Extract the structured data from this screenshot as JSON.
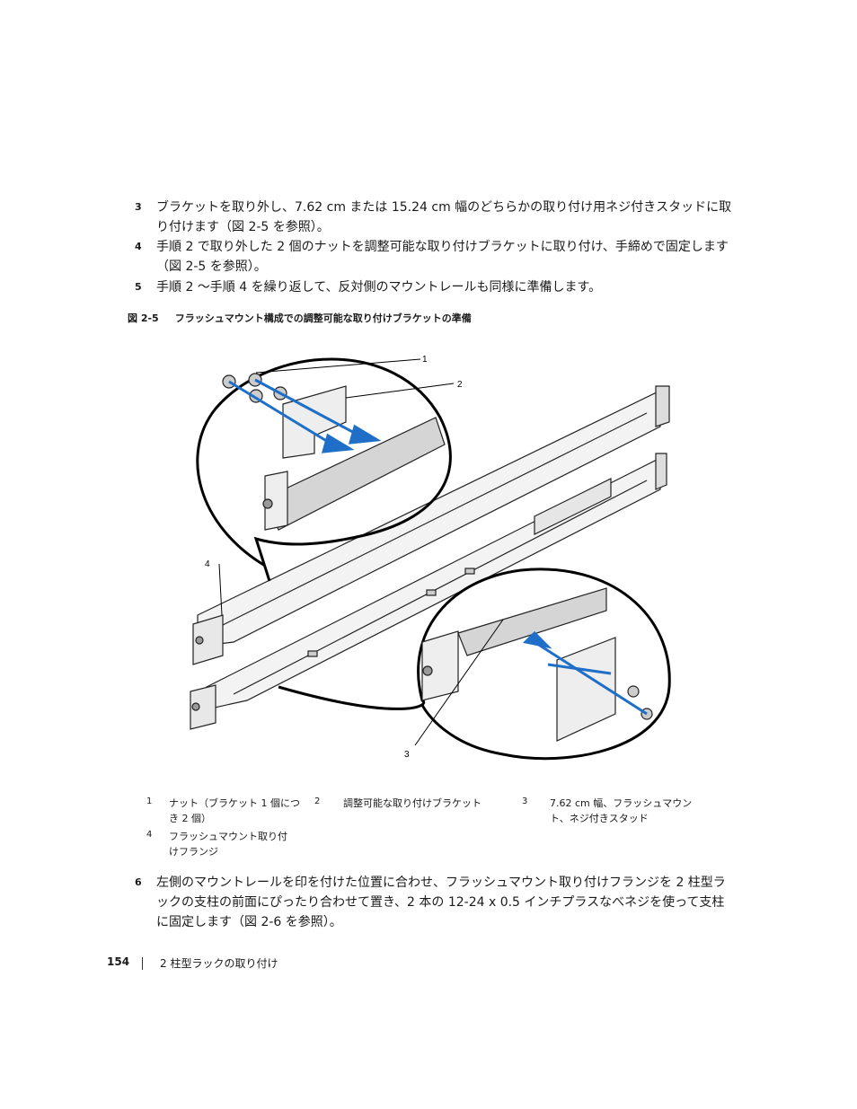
{
  "steps": [
    {
      "num": "3",
      "text": "ブラケットを取り外し、7.62 cm または 15.24 cm 幅のどちらかの取り付け用ネジ付きスタッドに取り付けます（図 2-5 を参照）。"
    },
    {
      "num": "4",
      "text": "手順 2 で取り外した 2 個のナットを調整可能な取り付けブラケットに取り付け、手締めで固定します（図 2-5 を参照）。"
    },
    {
      "num": "5",
      "text": "手順 2 ～手順 4 を繰り返して、反対側のマウントレールも同様に準備します。"
    },
    {
      "num": "6",
      "text": "左側のマウントレールを印を付けた位置に合わせ、フラッシュマウント取り付けフランジを 2 柱型ラックの支柱の前面にぴったり合わせて置き、2 本の 12-24 x 0.5 インチプラスなべネジを使って支柱に固定します（図 2-6 を参照）。"
    }
  ],
  "figure": {
    "label": "図 2-5",
    "title": "フラッシュマウント構成での調整可能な取り付けブラケットの準備",
    "callouts": [
      "1",
      "2",
      "3",
      "4"
    ],
    "accent_color": "#1f6fc9"
  },
  "captions": [
    {
      "num": "1",
      "text": "ナット（ブラケット 1 個につき 2 個）"
    },
    {
      "num": "2",
      "text": "調整可能な取り付けブラケット"
    },
    {
      "num": "3",
      "text": "7.62 cm 幅、フラッシュマウント、ネジ付きスタッド"
    },
    {
      "num": "4",
      "text": "フラッシュマウント取り付けフランジ"
    }
  ],
  "footer": {
    "page": "154",
    "section": "2 柱型ラックの取り付け"
  }
}
